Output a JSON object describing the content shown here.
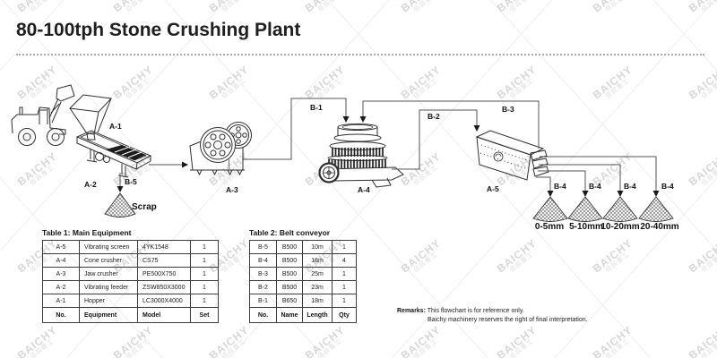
{
  "title": "80-100tph Stone Crushing Plant",
  "watermark": {
    "brand": "BAICHY",
    "sub": "佰辰重工"
  },
  "flowchart": {
    "labels": {
      "a1": "A-1",
      "a2": "A-2",
      "a3": "A-3",
      "a4": "A-4",
      "a5": "A-5",
      "b1": "B-1",
      "b2": "B-2",
      "b3": "B-3",
      "b5": "B-5",
      "scrap": "Scrap"
    },
    "outputs": [
      {
        "conveyor": "B-4",
        "size": "0-5mm"
      },
      {
        "conveyor": "B-4",
        "size": "5-10mm"
      },
      {
        "conveyor": "B-4",
        "size": "10-20mm"
      },
      {
        "conveyor": "B-4",
        "size": "20-40mm"
      }
    ]
  },
  "table1": {
    "title": "Table 1: Main Equipment",
    "rows": [
      [
        "A-5",
        "Vibrating screen",
        "4YK1548",
        "1"
      ],
      [
        "A-4",
        "Cone crusher",
        "CS75",
        "1"
      ],
      [
        "A-3",
        "Jaw crusher",
        "PE500X750",
        "1"
      ],
      [
        "A-2",
        "Vibrating feeder",
        "ZSW850X3000",
        "1"
      ],
      [
        "A-1",
        "Hopper",
        "LC3000X4000",
        "1"
      ]
    ],
    "footer": [
      "No.",
      "Equipment",
      "Model",
      "Set"
    ]
  },
  "table2": {
    "title": "Table 2: Belt conveyor",
    "rows": [
      [
        "B-5",
        "B500",
        "10m",
        "1"
      ],
      [
        "B-4",
        "B500",
        "16m",
        "4"
      ],
      [
        "B-3",
        "B500",
        "25m",
        "1"
      ],
      [
        "B-2",
        "B500",
        "23m",
        "1"
      ],
      [
        "B-1",
        "B650",
        "18m",
        "1"
      ]
    ],
    "footer": [
      "No.",
      "Name",
      "Length",
      "Qty"
    ]
  },
  "remarks": {
    "label": "Remarks:",
    "line1": "This flowchart is for reference only.",
    "line2": "Baichy machinery reserves the right of final interpretation."
  }
}
